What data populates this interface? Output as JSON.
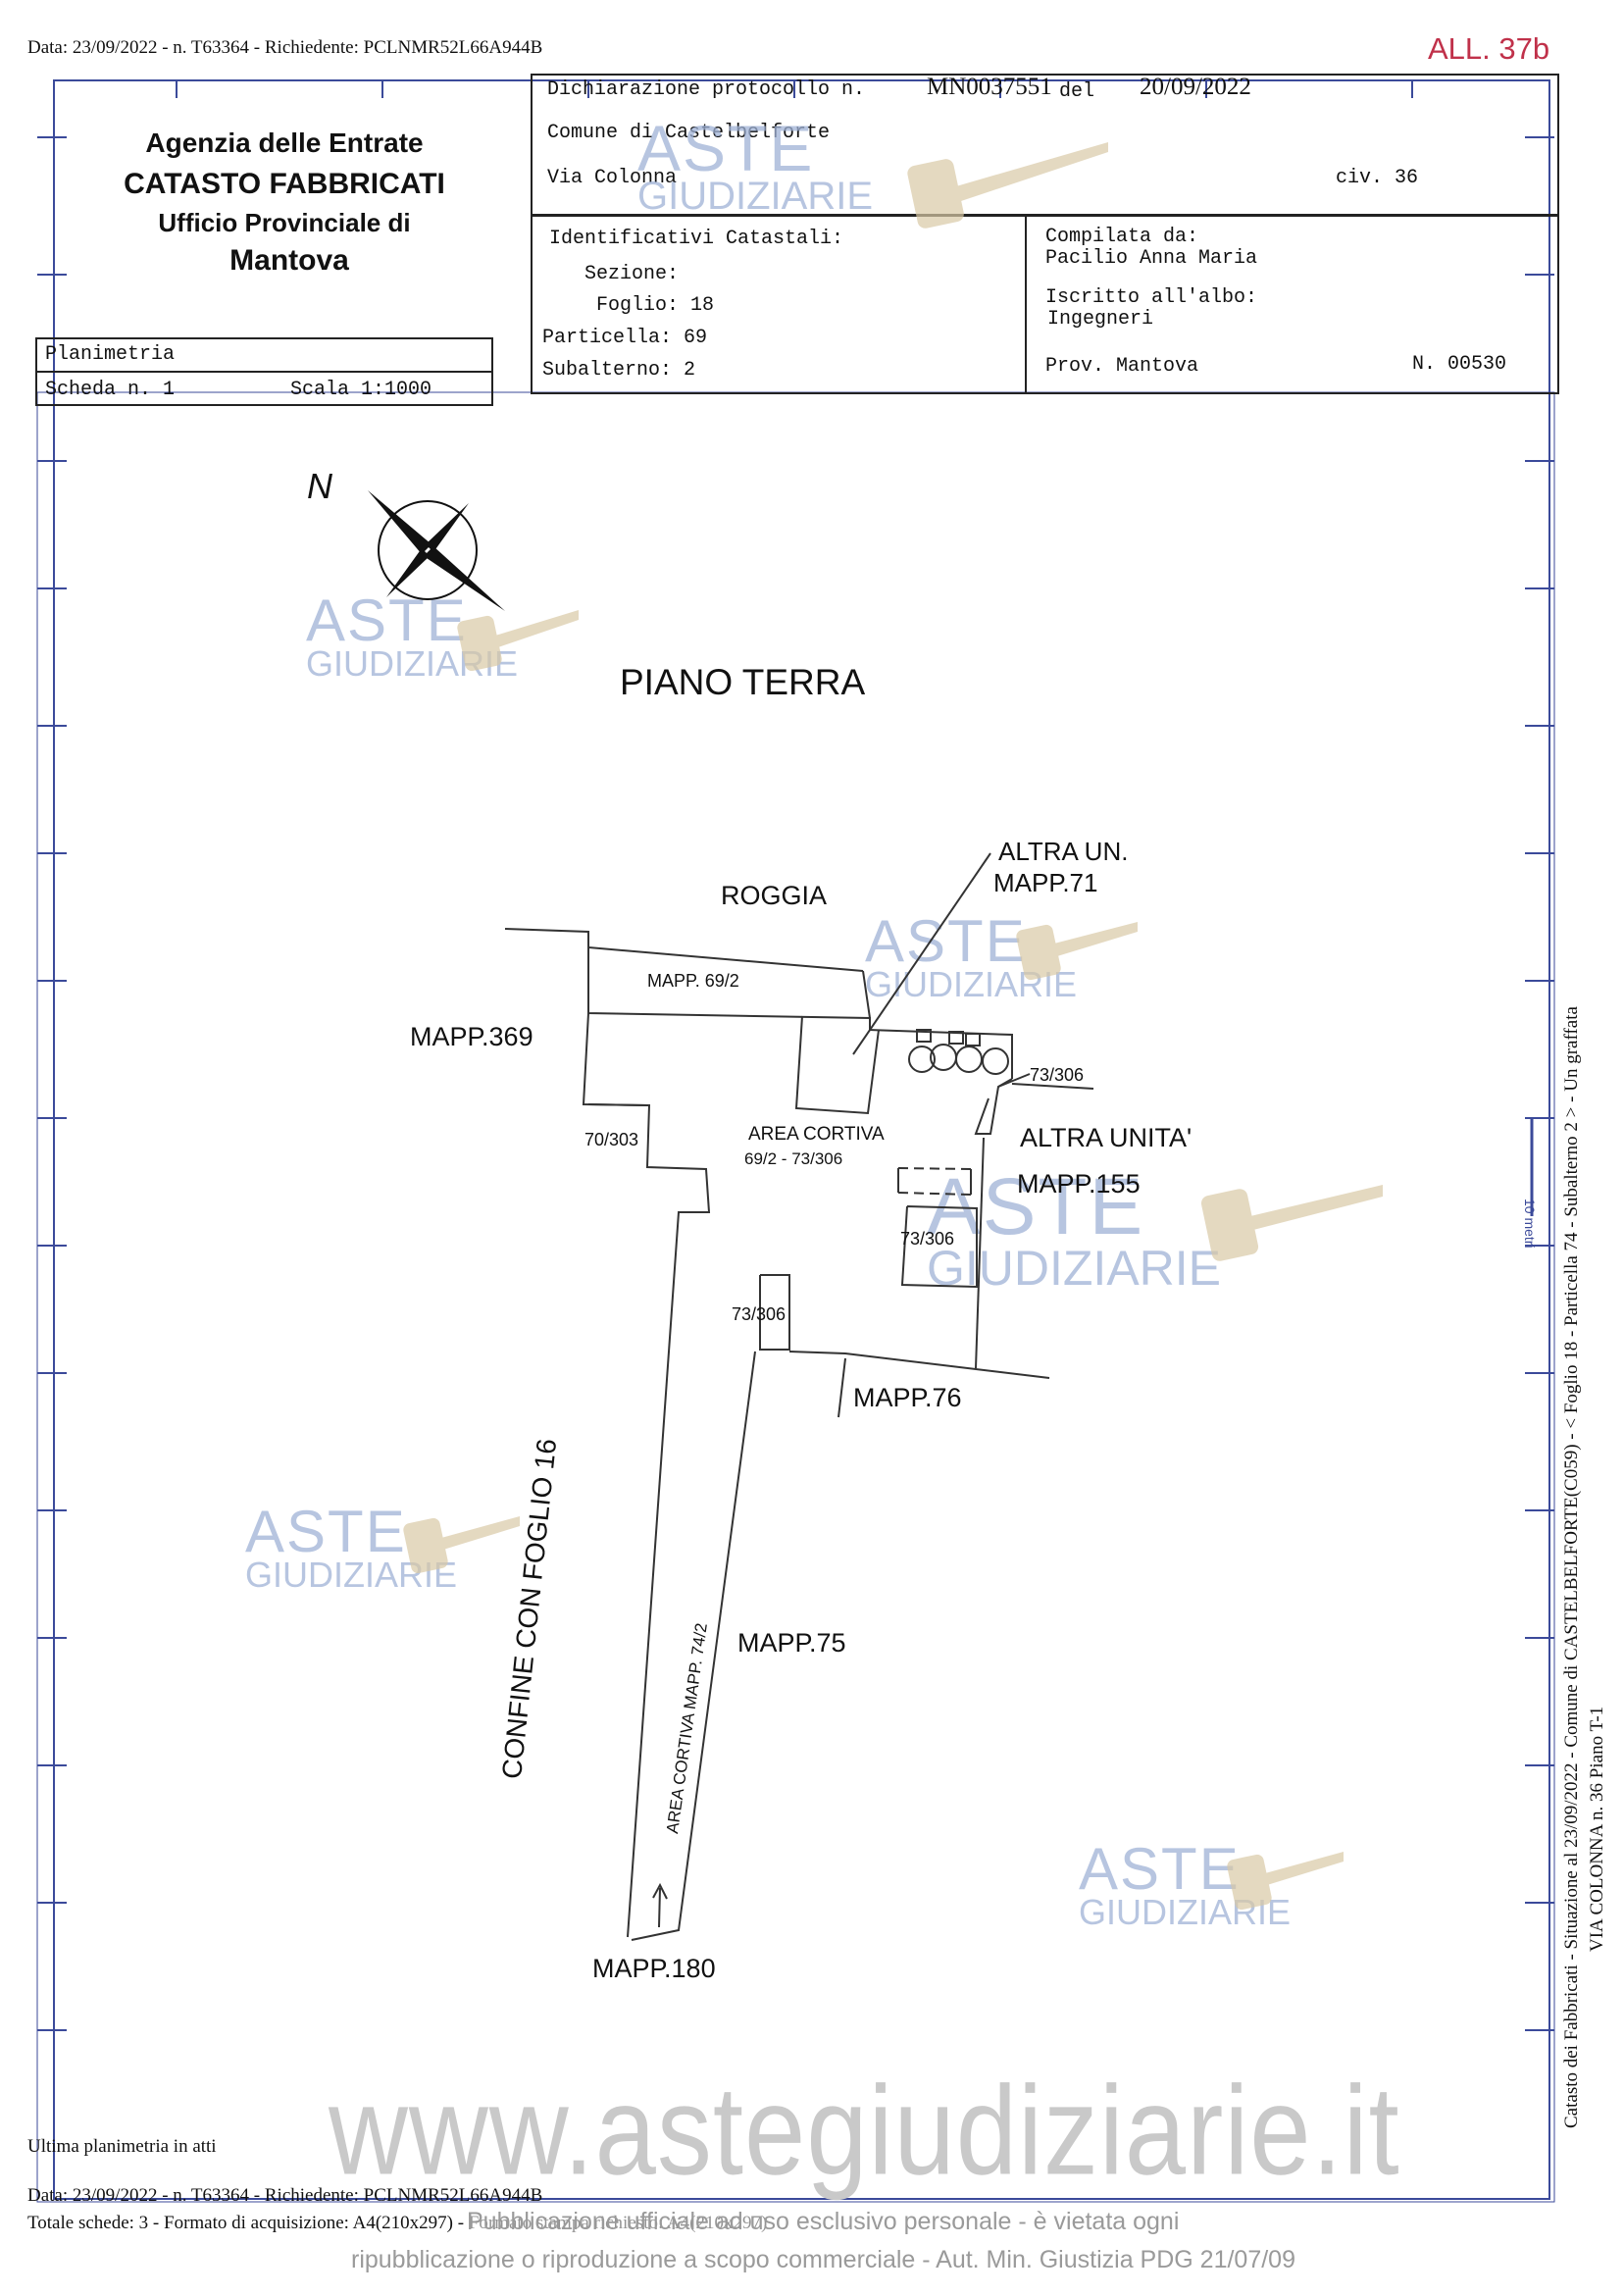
{
  "header": {
    "top_line": "Data: 23/09/2022 - n. T63364 - Richiedente: PCLNMR52L66A944B",
    "allegato": "ALL. 37b"
  },
  "agency": {
    "line1": "Agenzia delle Entrate",
    "line2": "CATASTO FABBRICATI",
    "line3": "Ufficio Provinciale di",
    "line4": "Mantova"
  },
  "declaration": {
    "label": "Dichiarazione protocollo n.",
    "number": "MN0037551",
    "del_label": "del",
    "date": "20/09/2022",
    "comune": "Comune di Castelbelforte",
    "via": "Via Colonna",
    "civ": "civ. 36"
  },
  "identifiers": {
    "title": "Identificativi Catastali:",
    "sezione": "Sezione:",
    "foglio": "Foglio: 18",
    "particella": "Particella: 69",
    "subalterno": "Subalterno: 2"
  },
  "compiled": {
    "label": "Compilata da:",
    "name": "Pacilio Anna Maria",
    "albo_label": "Iscritto all'albo:",
    "albo": "Ingegneri",
    "prov": "Prov. Mantova",
    "num": "N. 00530"
  },
  "scheda": {
    "planimetria": "Planimetria",
    "scheda": "Scheda n. 1",
    "scala": "Scala 1:1000"
  },
  "plan": {
    "north": "N",
    "floor": "PIANO TERRA",
    "labels": {
      "roggia": "ROGGIA",
      "altra_un": "ALTRA UN.",
      "mapp71": "MAPP.71",
      "mapp369": "MAPP.369",
      "mapp69_2": "MAPP. 69/2",
      "r73_306a": "73/306",
      "altra_unita": "ALTRA UNITA'",
      "r70_303": "70/303",
      "area_cortiva": "AREA CORTIVA",
      "area_cortiva_ref": "69/2 - 73/306",
      "mapp155": "MAPP.155",
      "r73_306b": "73/306",
      "r73_306c": "73/306",
      "mapp76": "MAPP.76",
      "confine": "CONFINE CON FOGLIO 16",
      "area_cortiva_742": "AREA CORTIVA MAPP. 74/2",
      "mapp75": "MAPP.75",
      "mapp180": "MAPP.180"
    }
  },
  "watermark": {
    "aste": "ASTE",
    "giudiziarie": "GIUDIZIARIE",
    "site": "www.astegiudiziarie.it",
    "notice1": "Pubblicazione ufficiale ad uso esclusivo personale - è vietata ogni",
    "notice2": "ripubblicazione o riproduzione a scopo commerciale - Aut. Min. Giustizia PDG 21/07/09"
  },
  "side": {
    "line1": "Catasto dei Fabbricati - Situazione al 23/09/2022 - Comune di CASTELBELFORTE(C059) - < Foglio 18 - Particella 74 - Subalterno 2 > - Un graffata",
    "line2": "VIA COLONNA n. 36 Piano T-1",
    "marker": "10 metri"
  },
  "footer": {
    "ultima": "Ultima planimetria in atti",
    "data": "Data: 23/09/2022 - n. T63364 - Richiedente: PCLNMR52L66A944B",
    "totale": "Totale schede: 3 - Formato di acquisizione: A4(210x297) - Formato stampa richiesto: A4(210x297)"
  }
}
